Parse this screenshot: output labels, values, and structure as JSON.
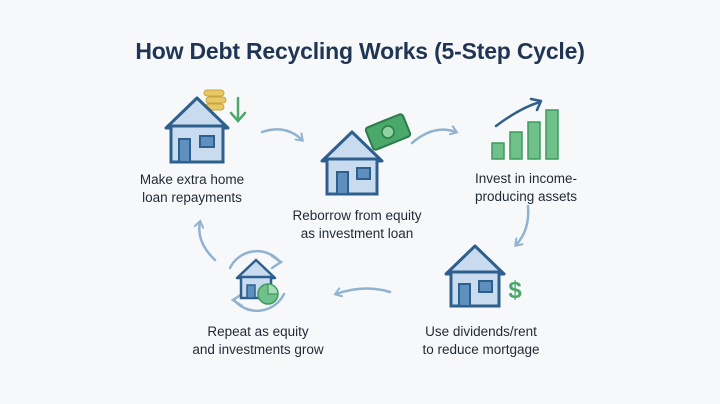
{
  "title": "How Debt Recycling Works (5-Step Cycle)",
  "steps": [
    {
      "label": "Make extra home\nloan repayments",
      "icon": "house-with-coins-icon"
    },
    {
      "label": "Reborrow from equity\nas investment loan",
      "icon": "house-with-cash-icon"
    },
    {
      "label": "Invest in income-\nproducing assets",
      "icon": "growth-chart-icon"
    },
    {
      "label": "Use dividends/rent\nto reduce mortgage",
      "icon": "house-with-dollar-icon"
    },
    {
      "label": "Repeat as equity\nand investments grow",
      "icon": "house-cycle-icon"
    }
  ],
  "colors": {
    "title": "#1f3553",
    "house_fill": "#c9dcef",
    "house_stroke": "#2f5f8d",
    "arrow": "#8fb3d1",
    "green": "#4aa86a",
    "coin": "#e8c766"
  },
  "dollar_symbol": "$"
}
